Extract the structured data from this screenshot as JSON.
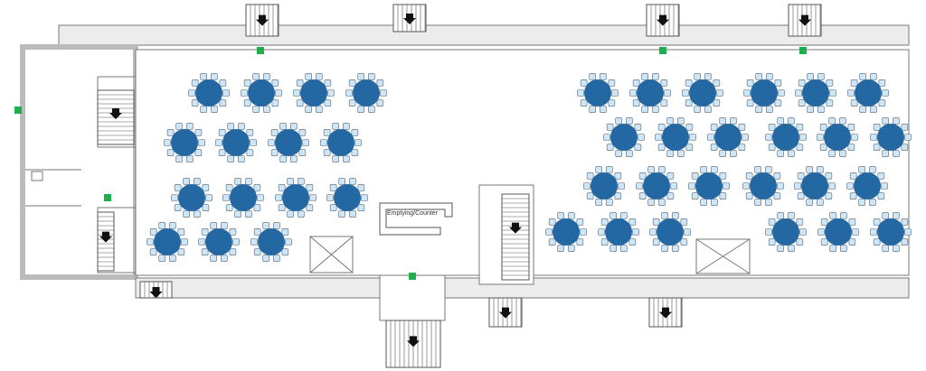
{
  "title": "Banquet hall floor plan",
  "counter": {
    "label": "Emptying/Counter"
  },
  "tables": {
    "left_count": 15,
    "right_count": 24,
    "seats_per_table": 10
  },
  "colors": {
    "table": "#2368a2",
    "chair": "#cfe6f7",
    "wall": "#d9d9d9",
    "exit_sign": "#1fae4f",
    "corridor": "#ececec"
  }
}
